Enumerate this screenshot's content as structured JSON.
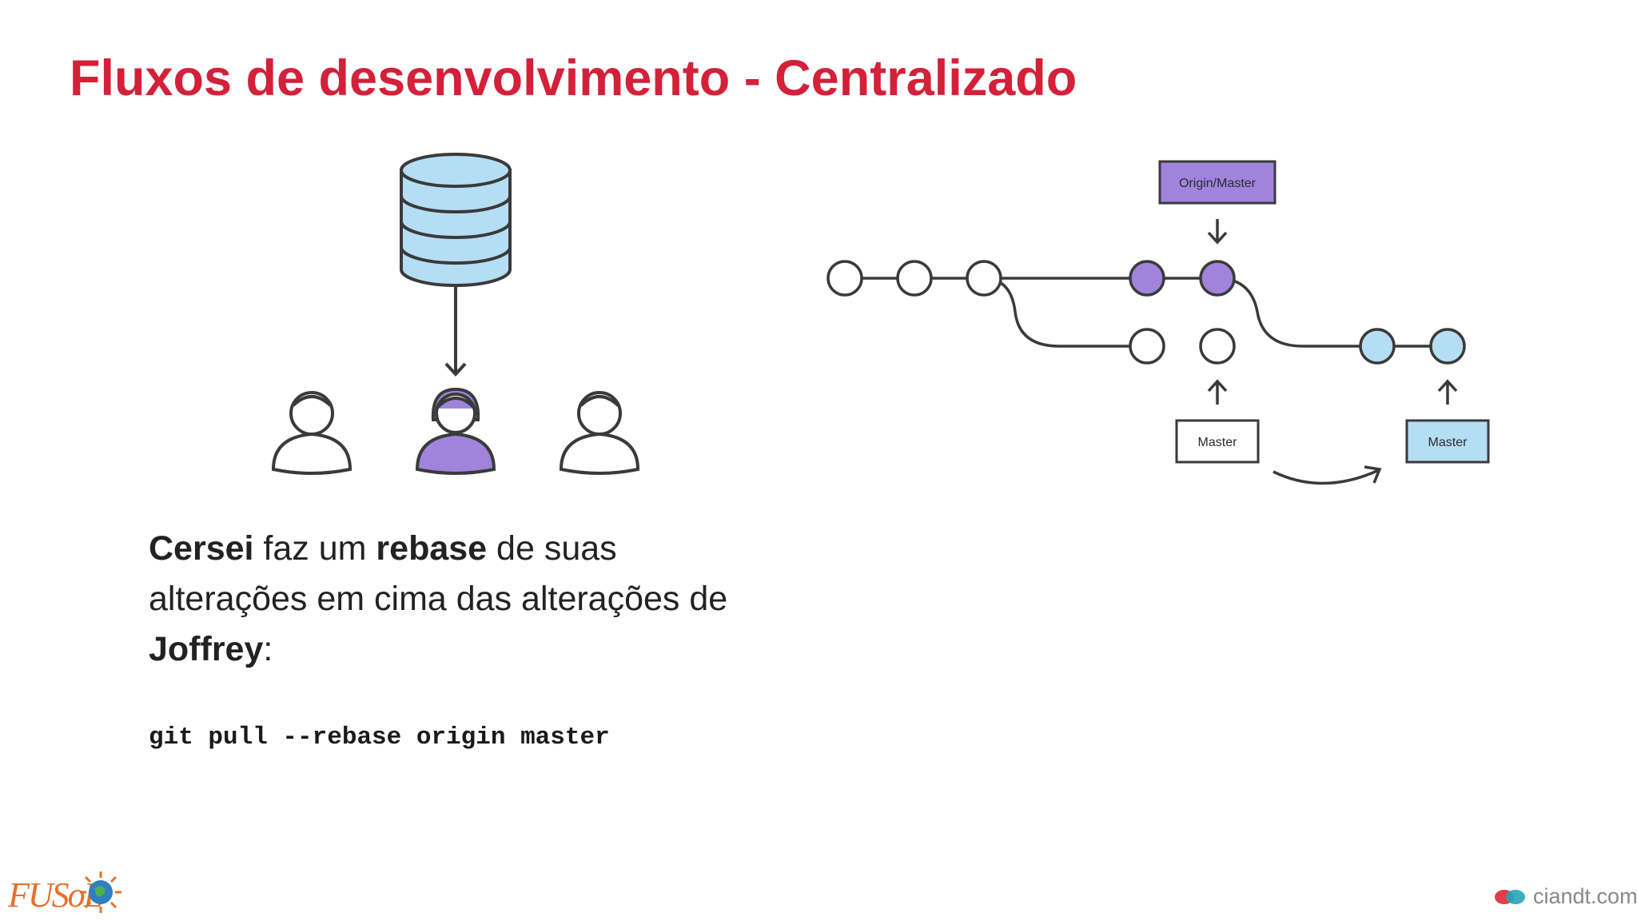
{
  "slide": {
    "title": "Fluxos de desenvolvimento - Centralizado"
  },
  "description": {
    "part1_bold": "Cersei",
    "part2": " faz um ",
    "part3_bold": "rebase",
    "part4": " de suas alterações em cima das alterações de ",
    "part5_bold": "Joffrey",
    "part6": ":"
  },
  "command": "git pull --rebase origin master",
  "graph": {
    "origin_label": "Origin/Master",
    "master_label_left": "Master",
    "master_label_right": "Master"
  },
  "footer": {
    "left_logo_text": "FUSoL",
    "right_logo_text": "ciandt.com"
  },
  "colors": {
    "title": "#d42039",
    "purple": "#a084dc",
    "light_blue": "#b5def5",
    "stroke": "#3a3a3a"
  }
}
